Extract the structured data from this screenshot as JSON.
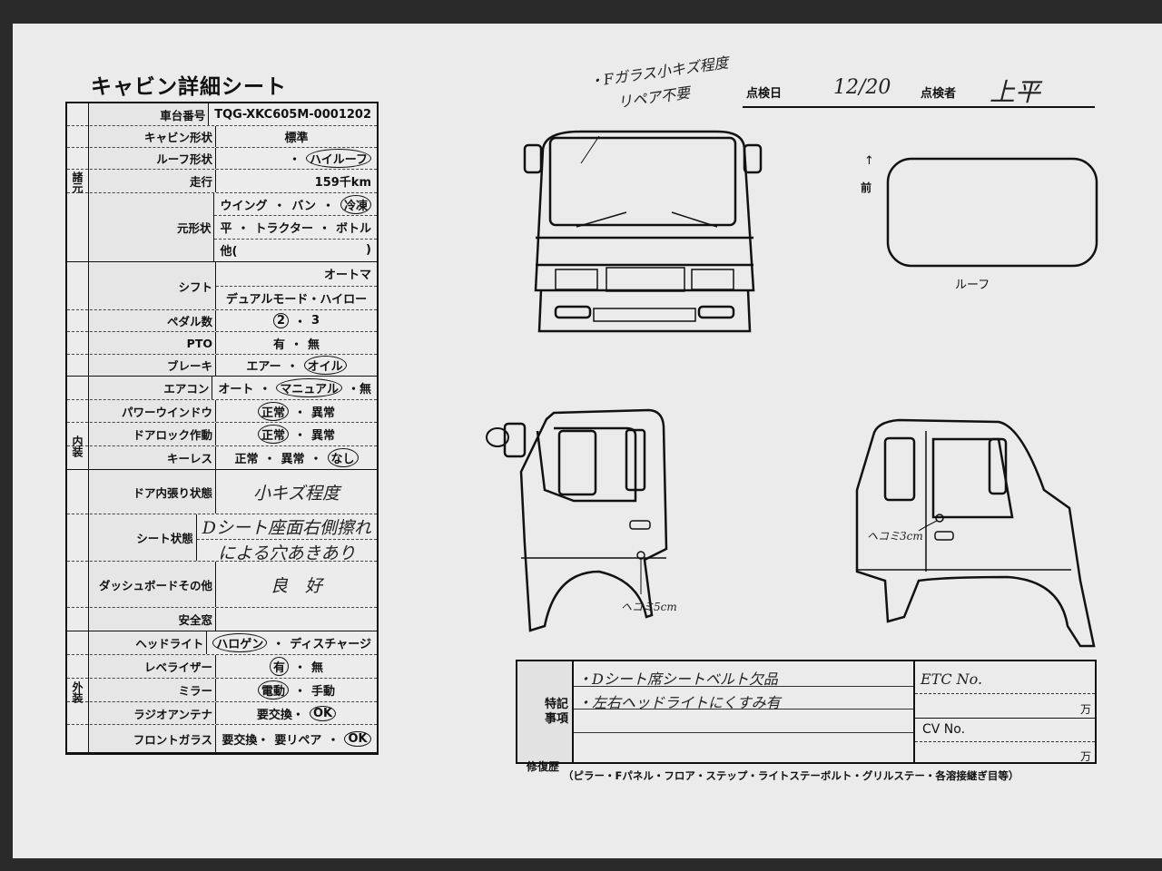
{
  "title": "キャビン詳細シート",
  "header": {
    "date_label": "点検日",
    "date": "12/20",
    "inspector_label": "点検者",
    "inspector": "上平"
  },
  "note": {
    "line1": "・Fガラス小キズ程度",
    "line2": "リペア不要"
  },
  "roof": {
    "label": "ルーフ",
    "front_arrow": "↑",
    "front_label": "前"
  },
  "annotations": {
    "left_dent": "ヘコミ5cm",
    "right_dent": "ヘコミ3cm"
  },
  "categories": [
    {
      "label": "諸元"
    },
    {
      "label": "内装"
    },
    {
      "label": "外装"
    }
  ],
  "rows": [
    {
      "label": "車台番号",
      "lines": [
        [
          {
            "t": "TQG-XKC605M-0001202"
          }
        ]
      ]
    },
    {
      "label": "キャビン形状",
      "lines": [
        [
          {
            "t": "標準"
          }
        ]
      ]
    },
    {
      "label": "ルーフ形状",
      "lines": [
        [
          {
            "t": "・"
          },
          {
            "t": "ハイルーフ",
            "c": true
          }
        ]
      ]
    },
    {
      "label": "走行",
      "lines": [
        [
          {
            "t": "159千km"
          }
        ]
      ]
    },
    {
      "label": "元形状",
      "lines": [
        [
          {
            "t": "ウイング"
          },
          {
            "t": "・"
          },
          {
            "t": "バン"
          },
          {
            "t": "・"
          },
          {
            "t": "冷凍",
            "c": true
          }
        ],
        [
          {
            "t": "平"
          },
          {
            "t": "・"
          },
          {
            "t": "トラクター"
          },
          {
            "t": "・"
          },
          {
            "t": "ボトル"
          }
        ],
        [
          {
            "t": "他("
          },
          {
            "t": ")"
          }
        ]
      ]
    },
    {
      "label": "シフト",
      "lines": [
        [
          {
            "t": "オートマ"
          }
        ],
        [
          {
            "t": "デュアルモード・ハイロー"
          }
        ]
      ]
    },
    {
      "label": "ペダル数",
      "lines": [
        [
          {
            "t": "2",
            "c": true
          },
          {
            "t": "・"
          },
          {
            "t": "3"
          }
        ]
      ]
    },
    {
      "label": "PTO",
      "lines": [
        [
          {
            "t": "有"
          },
          {
            "t": "・"
          },
          {
            "t": "無"
          }
        ]
      ]
    },
    {
      "label": "ブレーキ",
      "lines": [
        [
          {
            "t": "エアー"
          },
          {
            "t": "・"
          },
          {
            "t": "オイル",
            "c": true
          }
        ]
      ]
    },
    {
      "label": "エアコン",
      "lines": [
        [
          {
            "t": "オート"
          },
          {
            "t": "・"
          },
          {
            "t": "マニュアル",
            "c": true
          },
          {
            "t": "・無"
          }
        ]
      ]
    },
    {
      "label": "パワーウインドウ",
      "lines": [
        [
          {
            "t": "正常",
            "c": true
          },
          {
            "t": "・"
          },
          {
            "t": "異常"
          }
        ]
      ]
    },
    {
      "label": "ドアロック作動",
      "lines": [
        [
          {
            "t": "正常",
            "c": true
          },
          {
            "t": "・"
          },
          {
            "t": "異常"
          }
        ]
      ]
    },
    {
      "label": "キーレス",
      "lines": [
        [
          {
            "t": "正常"
          },
          {
            "t": "・"
          },
          {
            "t": "異常"
          },
          {
            "t": "・"
          },
          {
            "t": "なし",
            "c": true
          }
        ]
      ]
    },
    {
      "label": "ドア内張り状態",
      "lines": [
        [
          {
            "t": "小キズ程度",
            "h": true
          }
        ]
      ]
    },
    {
      "label": "シート状態",
      "lines": [
        [
          {
            "t": "Dシート座面右側擦れ",
            "h": true
          }
        ],
        [
          {
            "t": "による穴あきあり",
            "h": true
          }
        ]
      ]
    },
    {
      "label": "ダッシュボードその他",
      "lines": [
        [
          {
            "t": "良　好",
            "h": true
          }
        ]
      ]
    },
    {
      "label": "安全窓",
      "lines": [
        []
      ]
    },
    {
      "label": "ヘッドライト",
      "lines": [
        [
          {
            "t": "ハロゲン",
            "c": true
          },
          {
            "t": "・"
          },
          {
            "t": "ディスチャージ"
          }
        ]
      ]
    },
    {
      "label": "レベライザー",
      "lines": [
        [
          {
            "t": "有",
            "c": true
          },
          {
            "t": "・"
          },
          {
            "t": "無"
          }
        ]
      ]
    },
    {
      "label": "ミラー",
      "lines": [
        [
          {
            "t": "電動",
            "c": true
          },
          {
            "t": "・"
          },
          {
            "t": "手動"
          }
        ]
      ]
    },
    {
      "label": "ラジオアンテナ",
      "lines": [
        [
          {
            "t": "要交換・"
          },
          {
            "t": "OK",
            "c": true
          }
        ]
      ]
    },
    {
      "label": "フロントガラス",
      "lines": [
        [
          {
            "t": "要交換・"
          },
          {
            "t": "要リペア"
          },
          {
            "t": "・"
          },
          {
            "t": "OK",
            "c": true
          }
        ]
      ]
    }
  ],
  "remarks": {
    "label_line1": "特記",
    "label_line2": "事項",
    "items": [
      "・Dシート席シートベルト欠品",
      "・左右ヘッドライトにくすみ有"
    ],
    "etc_label": "ETC No.",
    "cv_label": "CV No.",
    "unit": "万"
  },
  "repair_history": {
    "label": "修復歴",
    "text": "（ピラー・Fパネル・フロア・ステップ・ライトステーボルト・グリルステー・各溶接継ぎ目等）"
  }
}
